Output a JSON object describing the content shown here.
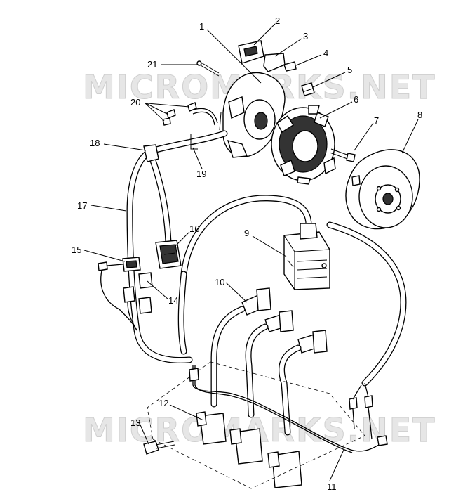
{
  "watermark": {
    "top": "MICROMARKS.NET",
    "bottom": "MICROMARKS.NET"
  },
  "callouts": [
    {
      "id": "c1",
      "label": "1"
    },
    {
      "id": "c2",
      "label": "2"
    },
    {
      "id": "c3",
      "label": "3"
    },
    {
      "id": "c4",
      "label": "4"
    },
    {
      "id": "c5",
      "label": "5"
    },
    {
      "id": "c6",
      "label": "6"
    },
    {
      "id": "c7",
      "label": "7"
    },
    {
      "id": "c8",
      "label": "8"
    },
    {
      "id": "c9",
      "label": "9"
    },
    {
      "id": "c10",
      "label": "10"
    },
    {
      "id": "c11",
      "label": "11"
    },
    {
      "id": "c12",
      "label": "12"
    },
    {
      "id": "c13",
      "label": "13"
    },
    {
      "id": "c14",
      "label": "14"
    },
    {
      "id": "c15",
      "label": "15"
    },
    {
      "id": "c16",
      "label": "16"
    },
    {
      "id": "c17",
      "label": "17"
    },
    {
      "id": "c18",
      "label": "18"
    },
    {
      "id": "c19",
      "label": "19"
    },
    {
      "id": "c20",
      "label": "20"
    },
    {
      "id": "c21",
      "label": "21"
    }
  ]
}
